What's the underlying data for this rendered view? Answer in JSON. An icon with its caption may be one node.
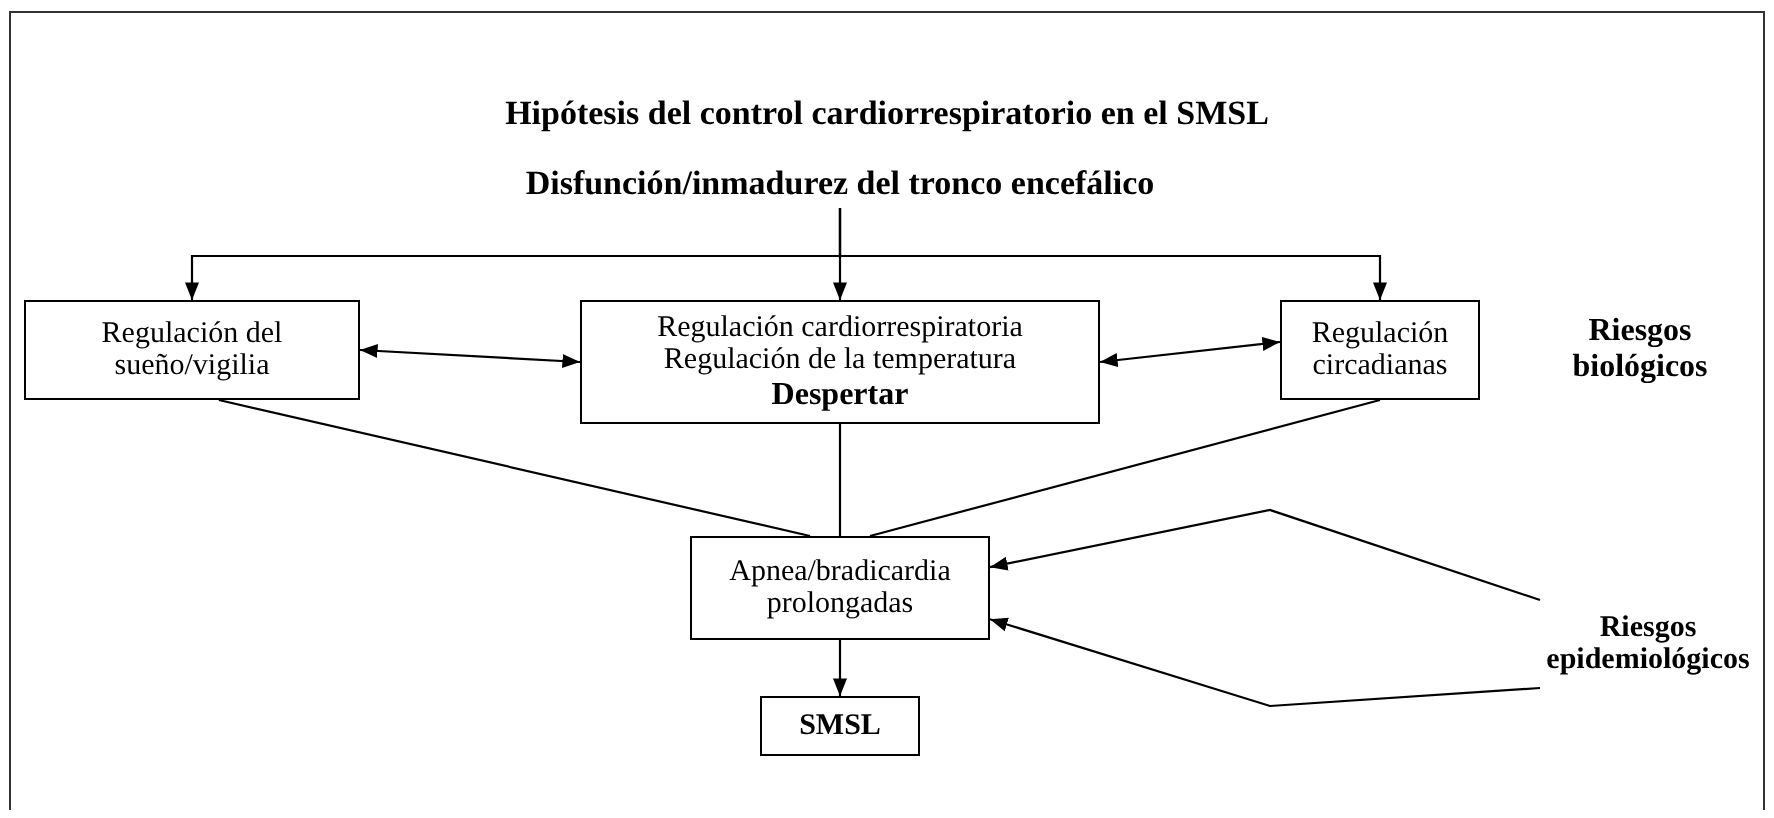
{
  "diagram": {
    "title": "Hipótesis del control cardiorrespiratorio en el SMSL",
    "nodes": [
      {
        "text": [
          "Disfunción/inmadurez del tronco encefálico"
        ]
      },
      {
        "text": [
          "Regulación del sueño/vigilia"
        ]
      },
      {
        "text": [
          "Regulación cardiorrespiratoria",
          "Regulación de la temperatura",
          "Despertar"
        ]
      },
      {
        "text": [
          "Regulación circadianas"
        ]
      },
      {
        "text": [
          "Riesgos biológicos"
        ]
      },
      {
        "text": [
          "Apnea/bradicardia prolongadas"
        ]
      },
      {
        "text": [
          "Riesgos epidemiológicos"
        ]
      },
      {
        "text": [
          "SMSL"
        ]
      }
    ],
    "edges": [
      {
        "from": 0,
        "to": 1,
        "arrow": "to"
      },
      {
        "from": 0,
        "to": 2,
        "arrow": "to"
      },
      {
        "from": 0,
        "to": 3,
        "arrow": "to"
      },
      {
        "from": 1,
        "to": 2,
        "arrow": "both"
      },
      {
        "from": 2,
        "to": 3,
        "arrow": "both"
      },
      {
        "from": 1,
        "to": 5,
        "arrow": "none"
      },
      {
        "from": 2,
        "to": 5,
        "arrow": "none"
      },
      {
        "from": 3,
        "to": 5,
        "arrow": "none"
      },
      {
        "from": 6,
        "to": 5,
        "arrow": "to"
      },
      {
        "from": 6,
        "to": 5,
        "arrow": "to"
      },
      {
        "from": 5,
        "to": 7,
        "arrow": "to"
      }
    ]
  }
}
